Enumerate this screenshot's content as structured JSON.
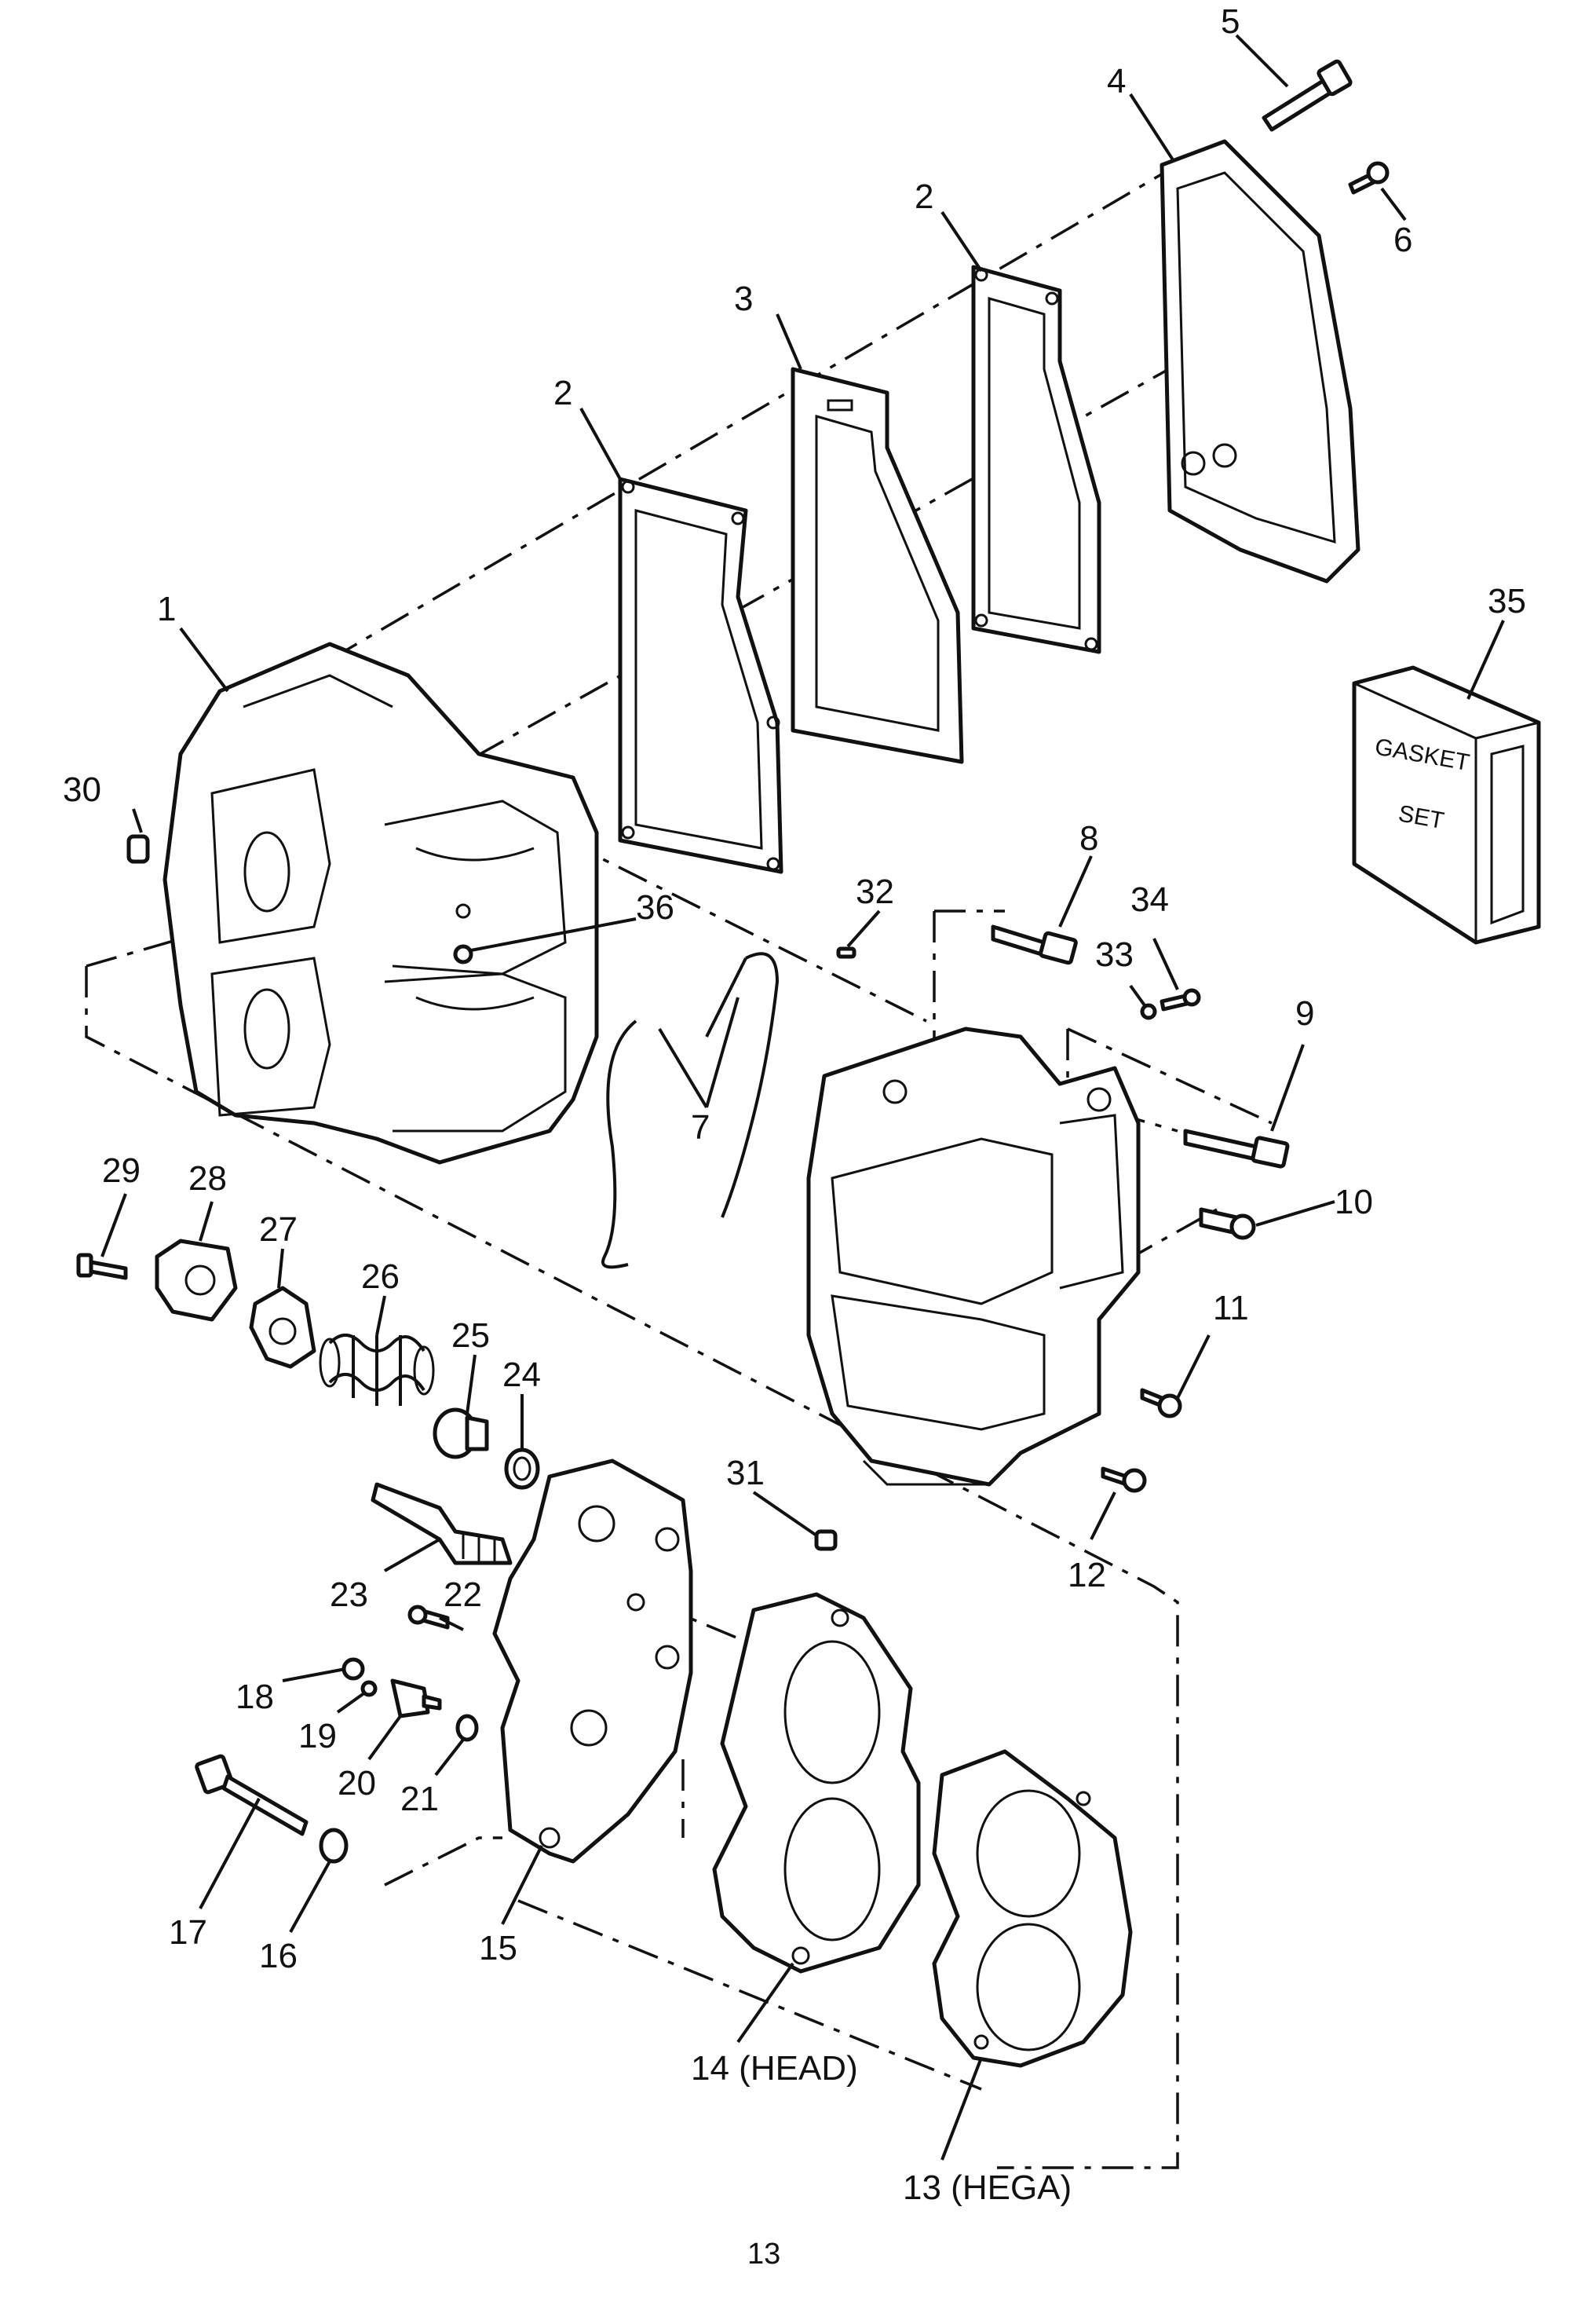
{
  "page_number": "13",
  "callouts": {
    "c1": "1",
    "c2a": "2",
    "c2b": "2",
    "c3": "3",
    "c4": "4",
    "c5": "5",
    "c6": "6",
    "c7": "7",
    "c8": "8",
    "c9": "9",
    "c10": "10",
    "c11": "11",
    "c12": "12",
    "c13": "13 (HEGA)",
    "c14": "14 (HEAD)",
    "c15": "15",
    "c16": "16",
    "c17": "17",
    "c18": "18",
    "c19": "19",
    "c20": "20",
    "c21": "21",
    "c22": "22",
    "c23": "23",
    "c24": "24",
    "c25": "25",
    "c26": "26",
    "c27": "27",
    "c28": "28",
    "c29": "29",
    "c30": "30",
    "c31": "31",
    "c32": "32",
    "c33": "33",
    "c34": "34",
    "c35": "35",
    "c36": "36"
  },
  "gasket_set_box": {
    "line1": "GASKET",
    "line2": "SET"
  }
}
